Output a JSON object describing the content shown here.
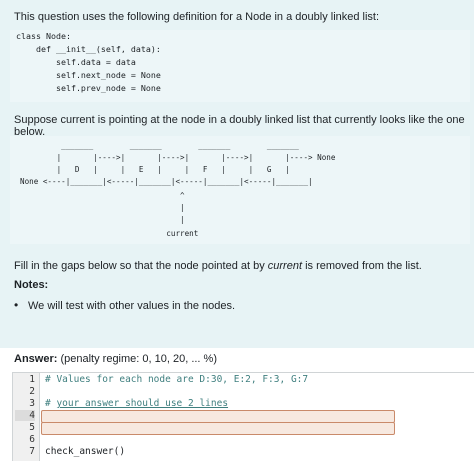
{
  "question": {
    "intro": "This question uses the following definition for a Node in a doubly linked list:",
    "code_lines": [
      "class Node:",
      "    def __init__(self, data):",
      "        self.data = data",
      "        self.next_node = None",
      "        self.prev_node = None"
    ],
    "suppose": "Suppose current is pointing at the node in a doubly linked list that currently looks like the one below.",
    "diagram_lines": [
      "         _______        _______        _______        _______",
      "        |       |---->|       |---->|       |---->|       |----> None",
      "        |   D   |     |   E   |     |   F   |     |   G   |",
      "None <----|_______|<-----|_______|<-----|_______|<-----|_______|",
      "                                   ^",
      "                                   |",
      "                                   |",
      "                                current"
    ],
    "fill_prefix": "Fill in the gaps below so that the node pointed at by ",
    "fill_emph": "current",
    "fill_suffix": " is removed from the list.",
    "notes_heading": "Notes:",
    "notes": [
      "We will test with other values in the nodes."
    ]
  },
  "answer": {
    "label": "Answer:",
    "penalty": "(penalty regime: 0, 10, 20, ... %)"
  },
  "editor": {
    "line_numbers": [
      "1",
      "2",
      "3",
      "4",
      "5",
      "6",
      "7"
    ],
    "line1": "# Values for each node are D:30, E:2, F:3, G:7",
    "line3_prefix": "# ",
    "line3_rest": "your answer should use 2 lines",
    "gap1_value": "",
    "gap2_value": "",
    "line7": "check_answer()"
  },
  "colors": {
    "question_bg": "#e7f3f5",
    "gap_bg": "#f7e9e0",
    "gap_border": "#c98a6a",
    "comment": "#3f7f7f"
  }
}
